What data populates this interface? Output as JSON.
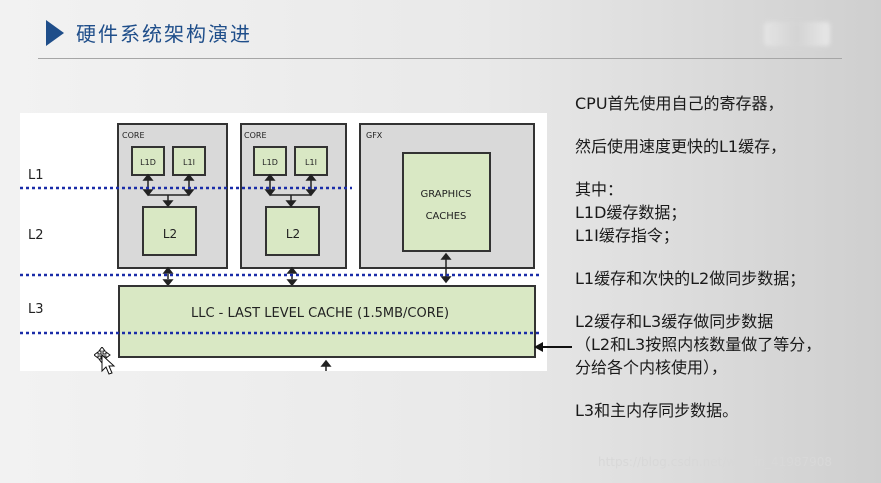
{
  "slide": {
    "title": "硬件系统架构演进",
    "colors": {
      "accent": "#1f4e8a",
      "cache_fill": "#d9e8c4",
      "level_line": "#1a2ca8",
      "core_fill": "#d9d9d9"
    }
  },
  "diagram": {
    "level_labels": [
      "L1",
      "L2",
      "L3"
    ],
    "cores": [
      {
        "label": "CORE",
        "l1d": "L1D",
        "l1i": "L1I",
        "l2": "L2"
      },
      {
        "label": "CORE",
        "l1d": "L1D",
        "l1i": "L1I",
        "l2": "L2"
      }
    ],
    "gfx": {
      "label": "GFX",
      "caches_line1": "GRAPHICS",
      "caches_line2": "CACHES"
    },
    "llc_label": "LLC - LAST LEVEL CACHE (1.5MB/CORE)"
  },
  "notes": {
    "line1": "CPU首先使用自己的寄存器，",
    "line2": "然后使用速度更快的L1缓存，",
    "line3": "其中：",
    "line4": "L1D缓存数据；",
    "line5": "L1I缓存指令；",
    "line6": "L1缓存和次快的L2做同步数据；",
    "line7": "L2缓存和L3缓存做同步数据",
    "line8": "（L2和L3按照内核数量做了等分，",
    "line9": "分给各个内核使用），",
    "line10": "L3和主内存同步数据。"
  },
  "watermark": "https://blog.csdn.net/weixin_41987908",
  "icons": {
    "cursor": "move-cursor-icon",
    "header_marker": "triangle-marker-icon"
  }
}
